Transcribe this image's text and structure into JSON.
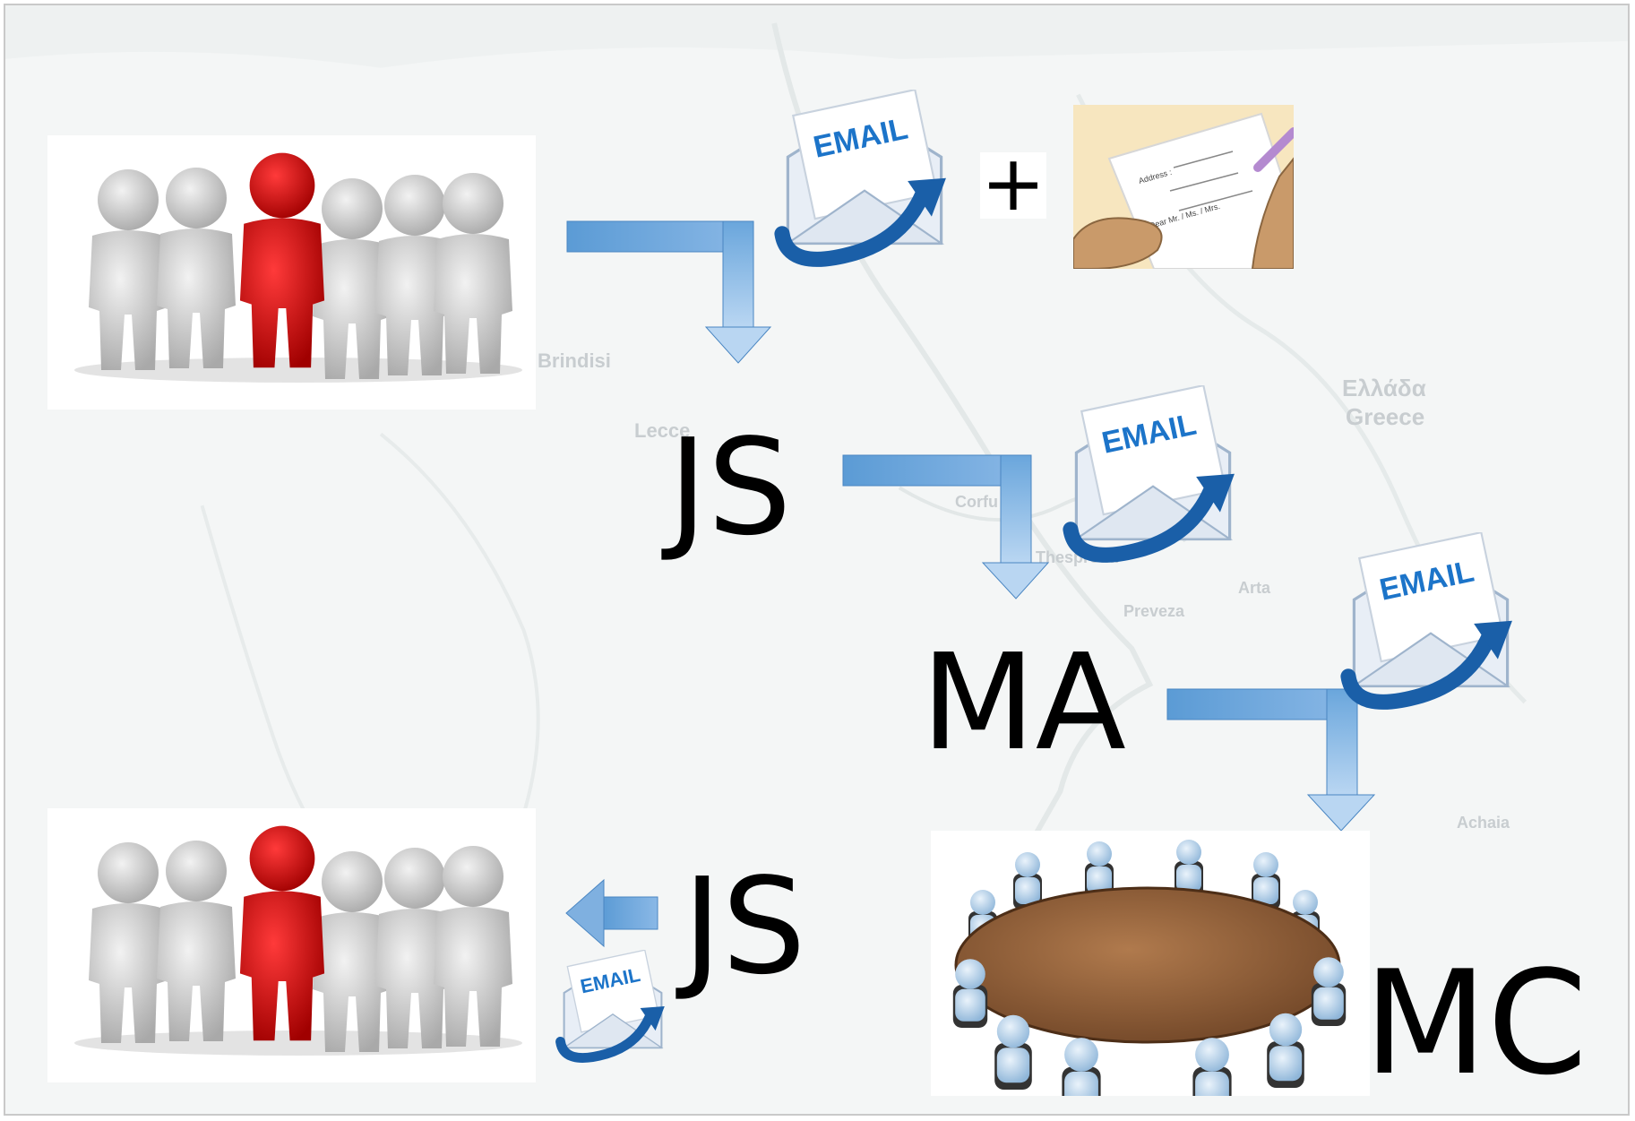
{
  "diagram": {
    "nodes": {
      "js_top": "JS",
      "ma": "MA",
      "js_bottom": "JS",
      "mc": "MC",
      "plus": "+"
    },
    "email_icon_label": "EMAIL",
    "letter": {
      "address_label": "Address :",
      "salutation": "Dear Mr. / Ms. / Mrs."
    },
    "map_labels": {
      "brindisi": "Brindisi",
      "lecce": "Lecce",
      "greece_greek": "Ελλάδα",
      "greece": "Greece",
      "arta": "Arta",
      "preveza": "Preveza",
      "achaia": "Achaia",
      "corfu": "Corfu",
      "thesprotia": "Thesprotia"
    },
    "arrow_color": "#5b9bd5"
  }
}
